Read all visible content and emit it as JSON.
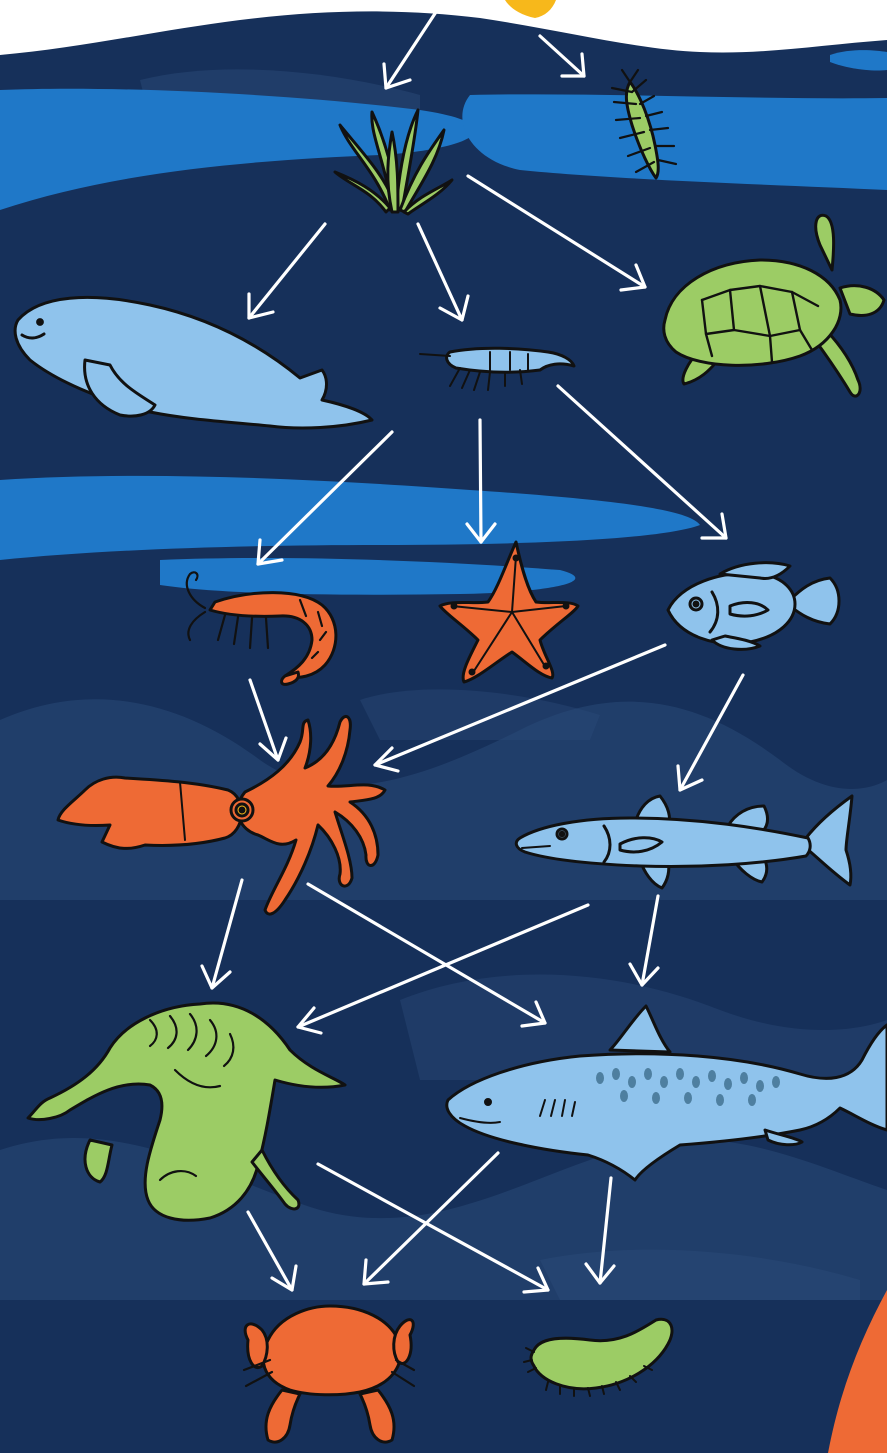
{
  "diagram": {
    "kind": "marine food web",
    "labels_shown": false,
    "colors": {
      "ocean_dark": "#16305a",
      "ocean_mid": "#2a4a78",
      "current_blue": "#1f78c8",
      "sky_white": "#ffffff",
      "sun_yellow": "#f7b81b",
      "arrow": "#ffffff",
      "orange": "#ee6a35",
      "light_blue": "#8fc3ec",
      "green": "#9ccc65",
      "outline": "#111111"
    },
    "organisms": [
      {
        "id": "sun",
        "icon": "sun-icon"
      },
      {
        "id": "seagrass",
        "icon": "seagrass-icon"
      },
      {
        "id": "isopod",
        "icon": "isopod-icon"
      },
      {
        "id": "manatee",
        "icon": "manatee-icon"
      },
      {
        "id": "shrimp-small",
        "icon": "small-shrimp-icon"
      },
      {
        "id": "turtle",
        "icon": "sea-turtle-icon"
      },
      {
        "id": "shrimp",
        "icon": "shrimp-icon"
      },
      {
        "id": "starfish",
        "icon": "starfish-icon"
      },
      {
        "id": "fish",
        "icon": "fish-icon"
      },
      {
        "id": "squid",
        "icon": "squid-icon"
      },
      {
        "id": "barracuda",
        "icon": "barracuda-icon"
      },
      {
        "id": "alligator",
        "icon": "alligator-icon"
      },
      {
        "id": "shark",
        "icon": "shark-icon"
      },
      {
        "id": "crab",
        "icon": "crab-icon"
      },
      {
        "id": "sea-cucumber",
        "icon": "sea-cucumber-icon"
      }
    ],
    "links": [
      {
        "from": "sun",
        "to": "seagrass"
      },
      {
        "from": "sun",
        "to": "isopod"
      },
      {
        "from": "seagrass",
        "to": "manatee"
      },
      {
        "from": "seagrass",
        "to": "shrimp-small"
      },
      {
        "from": "seagrass",
        "to": "turtle"
      },
      {
        "from": "shrimp-small",
        "to": "shrimp"
      },
      {
        "from": "shrimp-small",
        "to": "starfish"
      },
      {
        "from": "shrimp-small",
        "to": "fish"
      },
      {
        "from": "shrimp",
        "to": "squid"
      },
      {
        "from": "fish",
        "to": "squid"
      },
      {
        "from": "fish",
        "to": "barracuda"
      },
      {
        "from": "squid",
        "to": "alligator"
      },
      {
        "from": "squid",
        "to": "shark"
      },
      {
        "from": "barracuda",
        "to": "alligator"
      },
      {
        "from": "barracuda",
        "to": "shark"
      },
      {
        "from": "alligator",
        "to": "crab"
      },
      {
        "from": "alligator",
        "to": "sea-cucumber"
      },
      {
        "from": "shark",
        "to": "crab"
      },
      {
        "from": "shark",
        "to": "sea-cucumber"
      }
    ]
  }
}
